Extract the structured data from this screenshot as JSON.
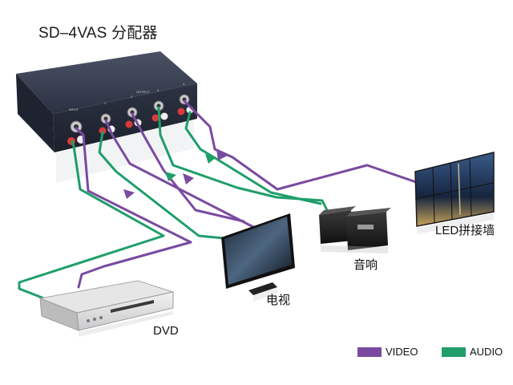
{
  "title": "SD–4VAS 分配器",
  "labels": {
    "dvd": "DVD",
    "tv": "电视",
    "speaker": "音响",
    "led_wall": "LED拼接墙"
  },
  "device_text": {
    "input": "INPUT",
    "output": "OUTPUT",
    "ports": [
      "1",
      "2",
      "3",
      "4"
    ]
  },
  "legend": [
    {
      "label": "VIDEO",
      "color": "#7a4aa0"
    },
    {
      "label": "AUDIO",
      "color": "#1f9e6a"
    }
  ],
  "colors": {
    "video": "#7a4aa0",
    "audio": "#1f9e6a",
    "device_body": "#2a3040"
  }
}
